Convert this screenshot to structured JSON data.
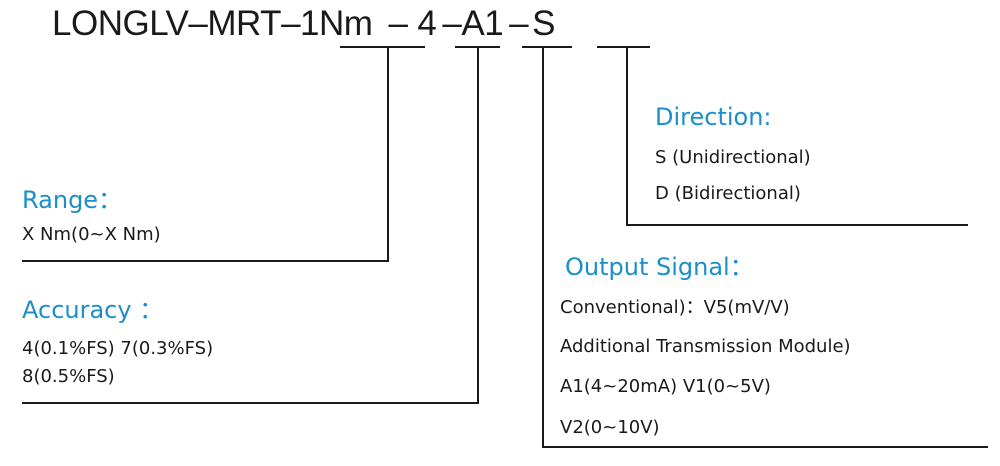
{
  "code": {
    "prefix": "LONGLV",
    "dash1": "–",
    "model": "MRT",
    "dash2": "–",
    "range": "1Nm",
    "dash3": "–",
    "accuracy": "4",
    "dash4": "–",
    "output": "A1",
    "dash5": "–",
    "direction": "S"
  },
  "range": {
    "title": "Range：",
    "line1": "X  Nm(0~X  Nm)"
  },
  "accuracy": {
    "title": "Accuracy ：",
    "line1": "4(0.1%FS)   7(0.3%FS)",
    "line2": "8(0.5%FS)"
  },
  "direction": {
    "title": "Direction:",
    "line1": "S (Unidirectional)",
    "line2": "D (Bidirectional)"
  },
  "output": {
    "title": "Output Signal：",
    "line1": "Conventional)：V5(mV/V)",
    "line2": "Additional Transmission Module)",
    "line3": "A1(4~20mA)  V1(0~5V)",
    "line4": "V2(0~10V)"
  },
  "colors": {
    "accent": "#1b8fc9",
    "text": "#1a1a1a",
    "line": "#1a1a1a"
  }
}
